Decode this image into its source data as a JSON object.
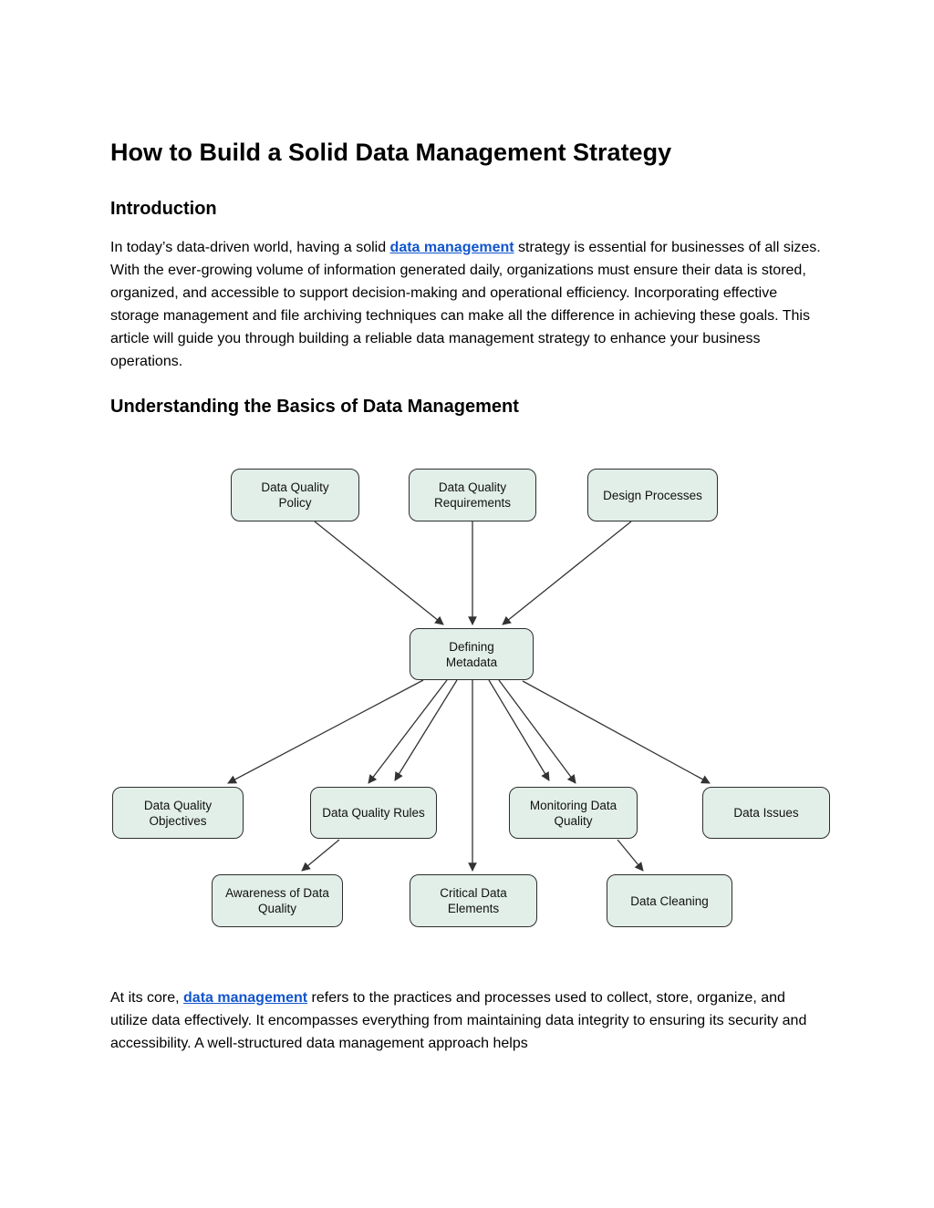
{
  "document": {
    "title": "How to Build a Solid Data Management Strategy",
    "sections": {
      "introduction": {
        "heading": "Introduction",
        "paragraph": {
          "before": "In today’s data-driven world, having a solid ",
          "link": "data management",
          "after": " strategy is essential for businesses of all sizes. With the ever-growing volume of information generated daily, organizations must ensure their data is stored, organized, and accessible to support decision-making and operational efficiency. Incorporating effective storage management and file archiving techniques can make all the difference in achieving these goals. This article will guide you through building a reliable data management strategy to enhance your business operations."
        }
      },
      "basics": {
        "heading": "Understanding the Basics of Data Management",
        "paragraph": {
          "before": "At its core, ",
          "link": "data management",
          "after": " refers to the practices and processes used to collect, store, organize, and utilize data effectively. It encompasses everything from maintaining data integrity to ensuring its security and accessibility. A well-structured data management approach helps"
        }
      }
    }
  },
  "diagram": {
    "nodes": {
      "policy": {
        "label": "Data Quality\nPolicy"
      },
      "requirements": {
        "label": "Data Quality\nRequirements"
      },
      "design": {
        "label": "Design Processes"
      },
      "defining": {
        "label": "Defining\nMetadata"
      },
      "objectives": {
        "label": "Data Quality\nObjectives"
      },
      "rules": {
        "label": "Data Quality Rules"
      },
      "monitoring": {
        "label": "Monitoring Data\nQuality"
      },
      "issues": {
        "label": "Data Issues"
      },
      "awareness": {
        "label": "Awareness of Data\nQuality"
      },
      "critical": {
        "label": "Critical Data\nElements"
      },
      "cleaning": {
        "label": "Data Cleaning"
      }
    },
    "edges": [
      {
        "from": "Data Quality Policy",
        "to": "Defining Metadata"
      },
      {
        "from": "Data Quality Requirements",
        "to": "Defining Metadata"
      },
      {
        "from": "Design Processes",
        "to": "Defining Metadata"
      },
      {
        "from": "Defining Metadata",
        "to": "Data Quality Objectives"
      },
      {
        "from": "Defining Metadata",
        "to": "Data Quality Rules"
      },
      {
        "from": "Defining Metadata",
        "to": "Data Quality Rules"
      },
      {
        "from": "Defining Metadata",
        "to": "Critical Data Elements"
      },
      {
        "from": "Defining Metadata",
        "to": "Monitoring Data Quality"
      },
      {
        "from": "Defining Metadata",
        "to": "Monitoring Data Quality"
      },
      {
        "from": "Defining Metadata",
        "to": "Data Issues"
      },
      {
        "from": "Data Quality Rules",
        "to": "Awareness of Data Quality"
      },
      {
        "from": "Monitoring Data Quality",
        "to": "Data Cleaning"
      }
    ],
    "colors": {
      "node_fill": "#e2efe9",
      "node_border": "#2e2e2e",
      "arrow": "#333333"
    }
  },
  "colors": {
    "background": "#ffffff",
    "text": "#000000",
    "link": "#1155cc"
  }
}
